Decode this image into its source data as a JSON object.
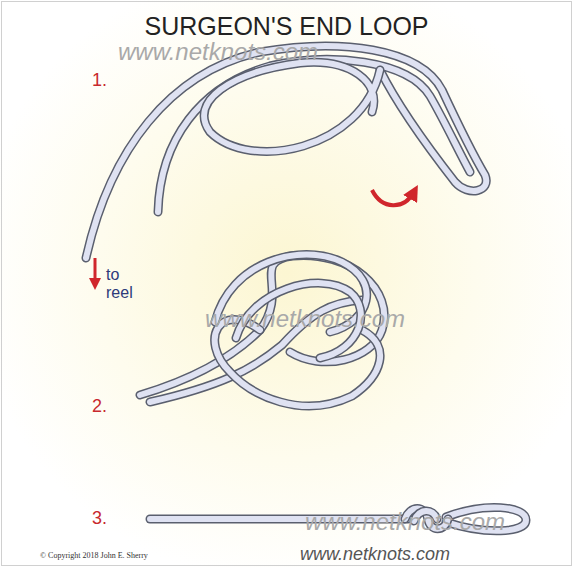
{
  "diagram": {
    "title": "SURGEON'S END LOOP",
    "labels": [
      "www.netknots.com",
      "1.",
      "to",
      "reel",
      "www.netknots.com",
      "2.",
      "3.",
      "www.netknots.com",
      "© Copyright 2018 John E. Sherry",
      "www.netknots.com"
    ]
  }
}
